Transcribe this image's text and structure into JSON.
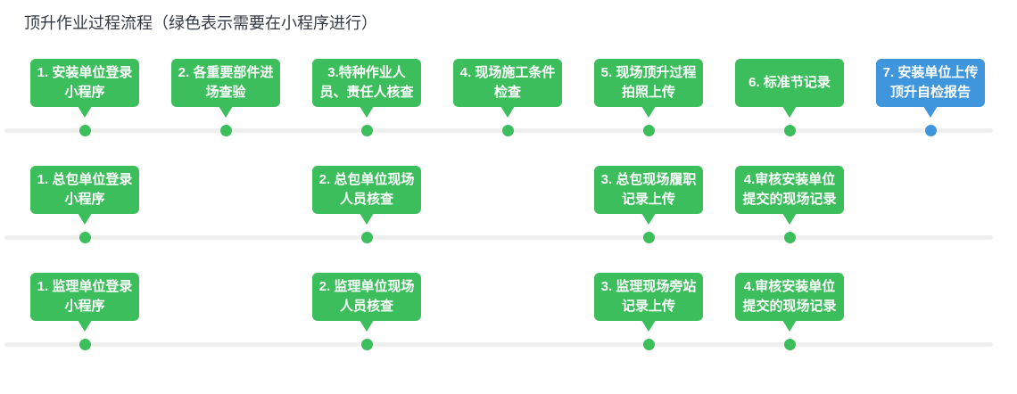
{
  "title": "顶升作业过程流程（绿色表示需要在小程序进行）",
  "colors": {
    "green": "#3cbe5c",
    "blue": "#3f96dc",
    "timeline": "#efefef",
    "title_text": "#333a43",
    "bubble_text": "#ffffff",
    "background": "#ffffff"
  },
  "rows": [
    {
      "steps": [
        {
          "col": 0,
          "color": "green",
          "lines": [
            "1. 安装单位登录",
            "小程序"
          ]
        },
        {
          "col": 1,
          "color": "green",
          "lines": [
            "2. 各重要部件进",
            "场查验"
          ]
        },
        {
          "col": 2,
          "color": "green",
          "lines": [
            "3.特种作业人",
            "员、责任人核查"
          ]
        },
        {
          "col": 3,
          "color": "green",
          "lines": [
            "4. 现场施工条件",
            "检查"
          ]
        },
        {
          "col": 4,
          "color": "green",
          "lines": [
            "5. 现场顶升过程",
            "拍照上传"
          ]
        },
        {
          "col": 5,
          "color": "green",
          "lines": [
            "6. 标准节记录"
          ]
        },
        {
          "col": 6,
          "color": "blue",
          "lines": [
            "7. 安装单位上传",
            "顶升自检报告"
          ]
        }
      ]
    },
    {
      "steps": [
        {
          "col": 0,
          "color": "green",
          "lines": [
            "1. 总包单位登录",
            "小程序"
          ]
        },
        {
          "col": 2,
          "color": "green",
          "lines": [
            "2. 总包单位现场",
            "人员核查"
          ]
        },
        {
          "col": 4,
          "color": "green",
          "lines": [
            "3. 总包现场履职",
            "记录上传"
          ]
        },
        {
          "col": 5,
          "color": "green",
          "lines": [
            "4.审核安装单位",
            "提交的现场记录"
          ]
        }
      ]
    },
    {
      "steps": [
        {
          "col": 0,
          "color": "green",
          "lines": [
            "1. 监理单位登录",
            "小程序"
          ]
        },
        {
          "col": 2,
          "color": "green",
          "lines": [
            "2. 监理单位现场",
            "人员核查"
          ]
        },
        {
          "col": 4,
          "color": "green",
          "lines": [
            "3. 监理现场旁站",
            "记录上传"
          ]
        },
        {
          "col": 5,
          "color": "green",
          "lines": [
            "4.审核安装单位",
            "提交的现场记录"
          ]
        }
      ]
    }
  ]
}
